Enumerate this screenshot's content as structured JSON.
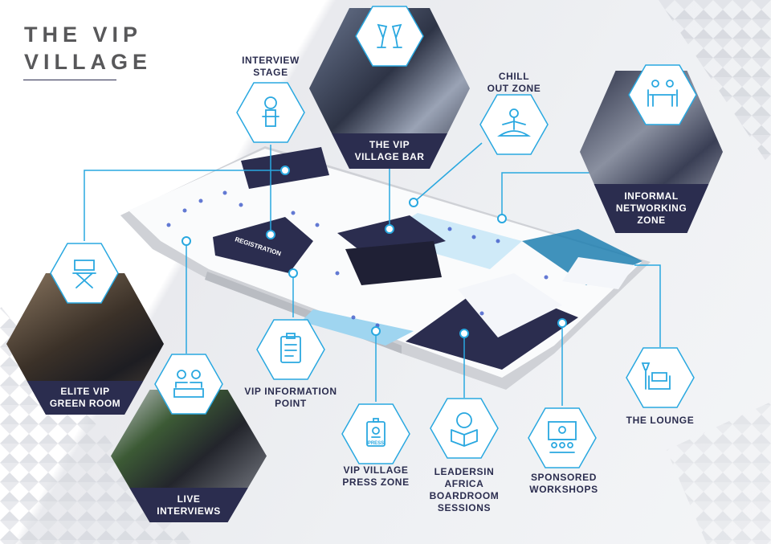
{
  "title": {
    "line1": "THE VIP",
    "line2": "VILLAGE"
  },
  "accent_color": "#29a8e0",
  "navy_color": "#2b2d4f",
  "floorplan": {
    "registration_sign": "REGISTRATION"
  },
  "zones": {
    "interview_stage": {
      "line1": "INTERVIEW",
      "line2": "STAGE",
      "icon": "microphone-icon"
    },
    "bar": {
      "line1": "THE VIP",
      "line2": "VILLAGE BAR",
      "icon": "champagne-glasses-icon"
    },
    "chill_out": {
      "line1": "CHILL",
      "line2": "OUT ZONE",
      "icon": "meditation-icon"
    },
    "networking": {
      "line1": "INFORMAL",
      "line2": "NETWORKING",
      "line3": "ZONE",
      "icon": "table-chairs-icon"
    },
    "green_room": {
      "line1": "ELITE VIP",
      "line2": "GREEN ROOM",
      "icon": "director-chair-icon"
    },
    "live_interviews": {
      "line1": "LIVE",
      "line2": "INTERVIEWS",
      "icon": "interview-icon"
    },
    "info_point": {
      "line1": "VIP INFORMATION",
      "line2": "POINT",
      "icon": "clipboard-icon"
    },
    "press_zone": {
      "line1": "VIP VILLAGE",
      "line2": "PRESS ZONE",
      "icon": "press-badge-icon",
      "badge_text": "PRESS"
    },
    "boardroom": {
      "line1": "LEADERSIN",
      "line2": "AFRICA",
      "line3": "BOARDROOM",
      "line4": "SESSIONS",
      "icon": "idea-box-icon"
    },
    "workshops": {
      "line1": "SPONSORED",
      "line2": "WORKSHOPS",
      "icon": "presentation-icon"
    },
    "lounge": {
      "line1": "THE LOUNGE",
      "icon": "armchair-lamp-icon"
    }
  }
}
